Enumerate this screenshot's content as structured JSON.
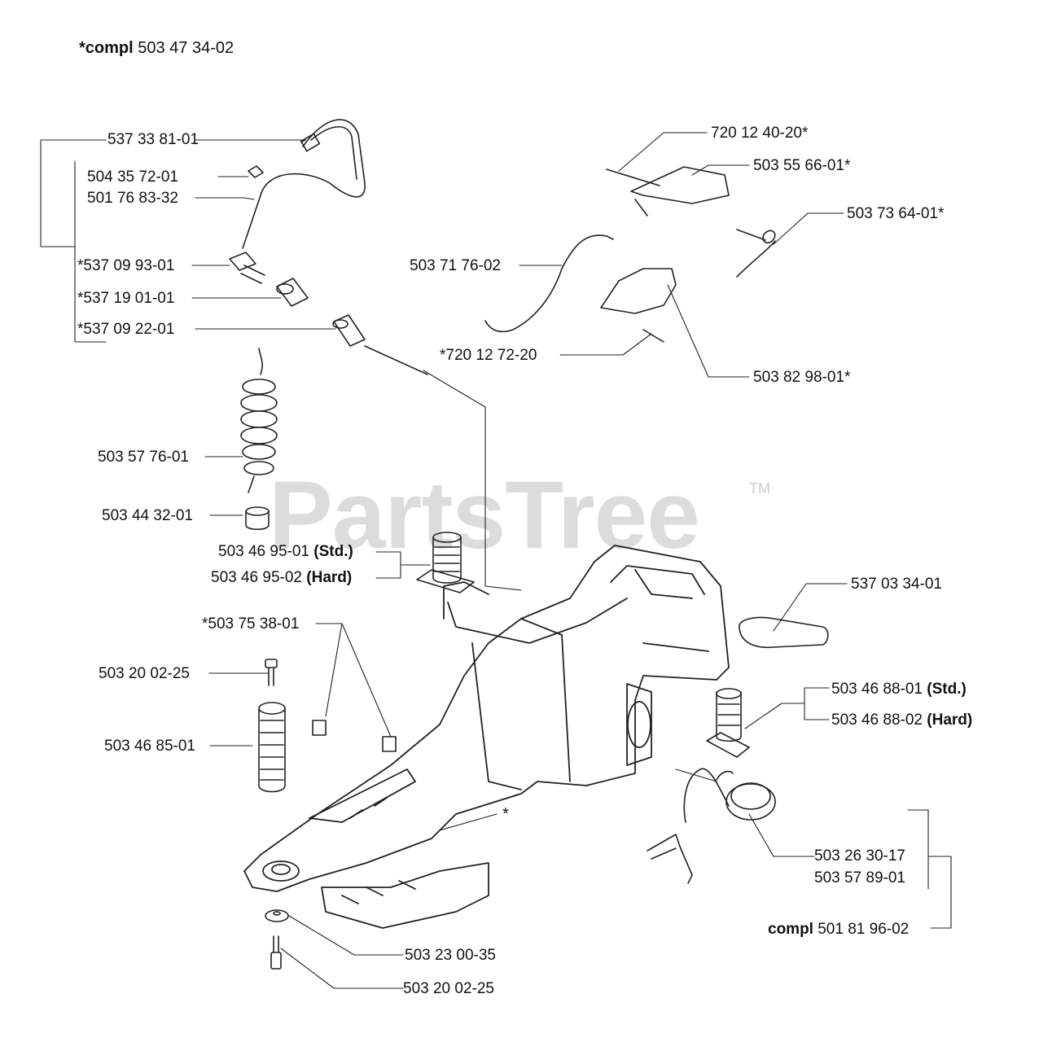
{
  "watermark": {
    "text": "PartsTree",
    "tm": "TM"
  },
  "title": {
    "prefix": "*compl",
    "number": "503 47 34-02"
  },
  "parts": [
    {
      "id": "p1",
      "number": "537 33 81-01"
    },
    {
      "id": "p2",
      "number": "504 35 72-01"
    },
    {
      "id": "p3",
      "number": "501 76 83-32"
    },
    {
      "id": "p4",
      "number": "*537 09 93-01"
    },
    {
      "id": "p5",
      "number": "*537 19 01-01"
    },
    {
      "id": "p6",
      "number": "*537 09 22-01"
    },
    {
      "id": "p7",
      "number": "503 57 76-01"
    },
    {
      "id": "p8",
      "number": "503 44 32-01"
    },
    {
      "id": "p9",
      "number": "503 46 95-01",
      "note": "(Std.)"
    },
    {
      "id": "p10",
      "number": "503 46 95-02",
      "note": "(Hard)"
    },
    {
      "id": "p11",
      "number": "*503 75 38-01"
    },
    {
      "id": "p12",
      "number": "503 20 02-25"
    },
    {
      "id": "p13",
      "number": "503 46 85-01"
    },
    {
      "id": "p14",
      "number": "720 12 40-20*"
    },
    {
      "id": "p15",
      "number": "503 55 66-01*"
    },
    {
      "id": "p16",
      "number": "503 73 64-01*"
    },
    {
      "id": "p17",
      "number": "503 71 76-02"
    },
    {
      "id": "p18",
      "number": "*720 12 72-20"
    },
    {
      "id": "p19",
      "number": "503 82 98-01*"
    },
    {
      "id": "p20",
      "number": "537 03 34-01"
    },
    {
      "id": "p21",
      "number": "503 46 88-01",
      "note": "(Std.)"
    },
    {
      "id": "p22",
      "number": "503 46 88-02",
      "note": "(Hard)"
    },
    {
      "id": "p23",
      "number": "503 26 30-17"
    },
    {
      "id": "p24",
      "number": "503 57 89-01"
    },
    {
      "id": "p25",
      "prefix": "compl",
      "number": "501 81 96-02"
    },
    {
      "id": "p26",
      "number": "503 23 00-35"
    },
    {
      "id": "p27",
      "number": "503 20 02-25"
    }
  ],
  "body_asterisk": "*"
}
